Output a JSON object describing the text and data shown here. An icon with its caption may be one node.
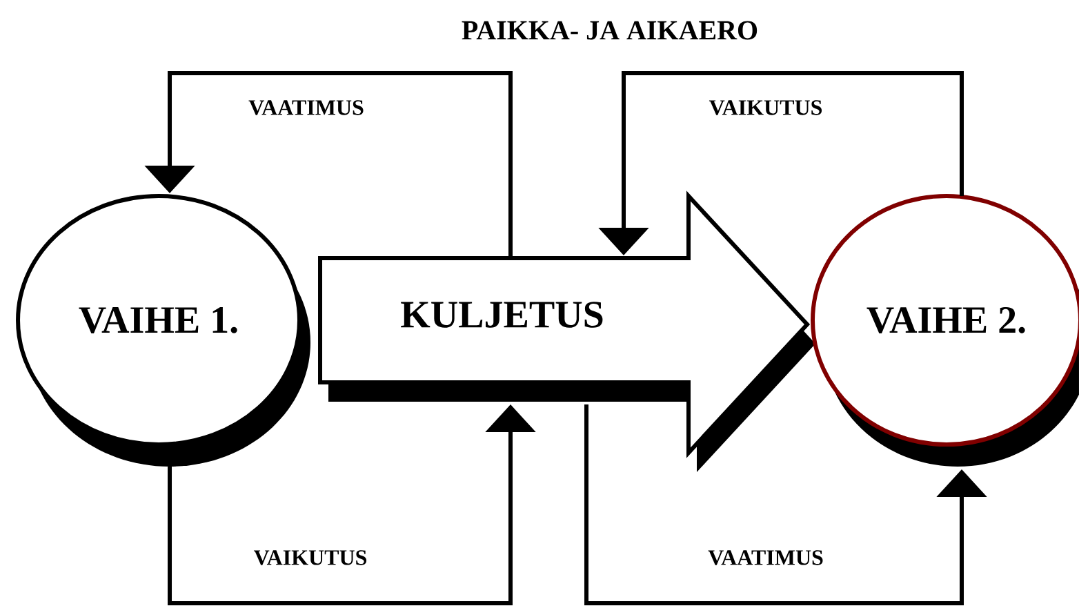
{
  "diagram": {
    "title": "PAIKKA- JA AIKAERO",
    "nodes": [
      {
        "text": [
          "VAIHE 1."
        ]
      },
      {
        "text": [
          "KULJETUS"
        ]
      },
      {
        "text": [
          "VAIHE 2."
        ]
      }
    ],
    "edges": [
      {
        "from": 1,
        "to": 0,
        "arrow": "to",
        "label": "VAATIMUS"
      },
      {
        "from": 2,
        "to": 1,
        "arrow": "to",
        "label": "VAIKUTUS"
      },
      {
        "from": 0,
        "to": 1,
        "arrow": "to",
        "label": "VAIKUTUS"
      },
      {
        "from": 1,
        "to": 2,
        "arrow": "to",
        "label": "VAATIMUS"
      }
    ]
  }
}
